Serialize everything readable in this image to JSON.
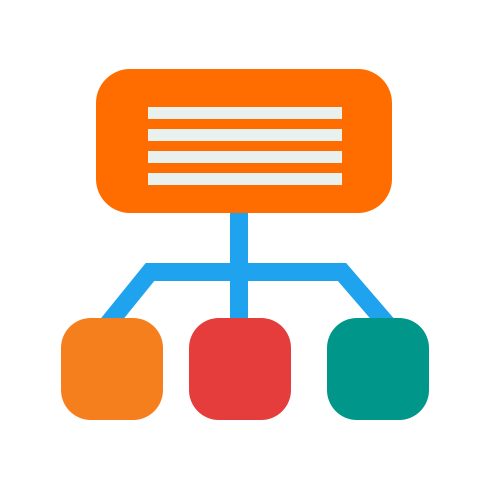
{
  "icon": {
    "name": "sitemap-hierarchy-icon",
    "colors": {
      "background": "#ffffff",
      "root_box": "#ff6d00",
      "text_lines": "#e8f1ee",
      "connectors": "#1fa3ee",
      "child_left": "#f57f1d",
      "child_middle": "#e53c3c",
      "child_right": "#00968a"
    },
    "root": {
      "name": "root-node",
      "text_line_count": 4
    },
    "children": [
      {
        "name": "child-node-left"
      },
      {
        "name": "child-node-middle"
      },
      {
        "name": "child-node-right"
      }
    ]
  }
}
